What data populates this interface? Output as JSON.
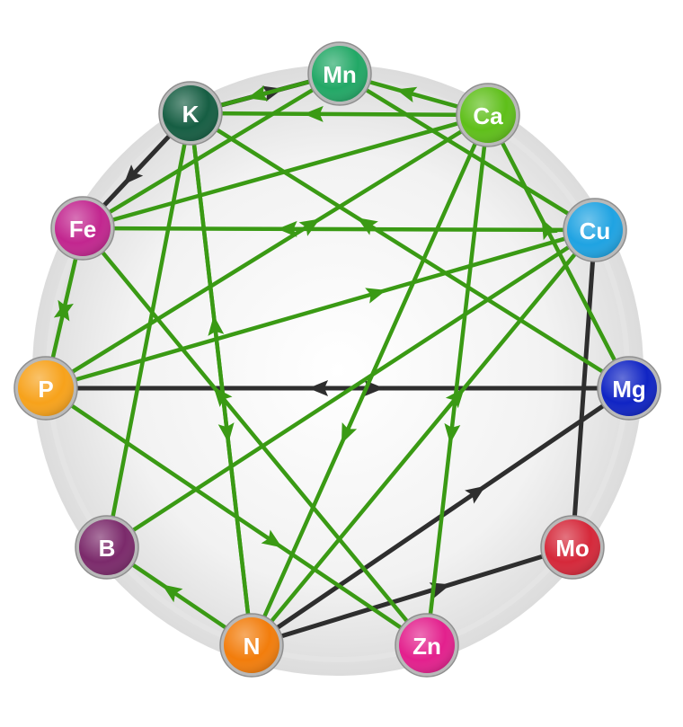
{
  "diagram": {
    "nodes": [
      {
        "id": "Mn",
        "label": "Mn",
        "color": "#22a866"
      },
      {
        "id": "Ca",
        "label": "Ca",
        "color": "#5fbf1a"
      },
      {
        "id": "K",
        "label": "K",
        "color": "#165e43"
      },
      {
        "id": "Fe",
        "label": "Fe",
        "color": "#c2268f"
      },
      {
        "id": "Cu",
        "label": "Cu",
        "color": "#1fa3e2"
      },
      {
        "id": "P",
        "label": "P",
        "color": "#f7a21b"
      },
      {
        "id": "Mg",
        "label": "Mg",
        "color": "#1024c4"
      },
      {
        "id": "B",
        "label": "B",
        "color": "#7b2a6b"
      },
      {
        "id": "Mo",
        "label": "Mo",
        "color": "#d5283a"
      },
      {
        "id": "N",
        "label": "N",
        "color": "#f27d0c"
      },
      {
        "id": "Zn",
        "label": "Zn",
        "color": "#e3208d"
      }
    ],
    "edge_colors": {
      "green": "#3a9a14",
      "dark": "#2e2e2e"
    },
    "edges": [
      {
        "from": "K",
        "to": "Mn",
        "color": "dark",
        "arrows": "end"
      },
      {
        "from": "K",
        "to": "Fe",
        "color": "dark",
        "arrows": "end"
      },
      {
        "from": "Cu",
        "to": "Mo",
        "color": "dark",
        "arrows": "none"
      },
      {
        "from": "Mo",
        "to": "N",
        "color": "dark",
        "arrows": "start"
      },
      {
        "from": "N",
        "to": "Mg",
        "color": "dark",
        "arrows": "end"
      },
      {
        "from": "P",
        "to": "Mg",
        "color": "dark",
        "arrows": "both"
      },
      {
        "from": "Ca",
        "to": "Mn",
        "color": "green",
        "arrows": "end"
      },
      {
        "from": "Ca",
        "to": "K",
        "color": "green",
        "arrows": "end"
      },
      {
        "from": "Mn",
        "to": "K",
        "color": "green",
        "arrows": "end"
      },
      {
        "from": "Mn",
        "to": "Cu",
        "color": "green",
        "arrows": "none"
      },
      {
        "from": "Mg",
        "to": "Ca",
        "color": "green",
        "arrows": "end"
      },
      {
        "from": "Ca",
        "to": "Fe",
        "color": "green",
        "arrows": "none"
      },
      {
        "from": "Cu",
        "to": "Fe",
        "color": "green",
        "arrows": "end"
      },
      {
        "from": "Mg",
        "to": "K",
        "color": "green",
        "arrows": "end"
      },
      {
        "from": "Fe",
        "to": "P",
        "color": "green",
        "arrows": "both"
      },
      {
        "from": "P",
        "to": "Ca",
        "color": "green",
        "arrows": "end"
      },
      {
        "from": "P",
        "to": "Cu",
        "color": "green",
        "arrows": "end"
      },
      {
        "from": "Ca",
        "to": "N",
        "color": "green",
        "arrows": "end"
      },
      {
        "from": "Ca",
        "to": "Zn",
        "color": "green",
        "arrows": "end"
      },
      {
        "from": "B",
        "to": "Cu",
        "color": "green",
        "arrows": "none"
      },
      {
        "from": "K",
        "to": "B",
        "color": "green",
        "arrows": "none"
      },
      {
        "from": "K",
        "to": "N",
        "color": "green",
        "arrows": "end"
      },
      {
        "from": "N",
        "to": "K",
        "color": "green",
        "arrows": "end"
      },
      {
        "from": "P",
        "to": "Zn",
        "color": "green",
        "arrows": "end"
      },
      {
        "from": "Zn",
        "to": "Fe",
        "color": "green",
        "arrows": "end"
      },
      {
        "from": "N",
        "to": "Cu",
        "color": "green",
        "arrows": "end"
      },
      {
        "from": "N",
        "to": "B",
        "color": "green",
        "arrows": "end"
      },
      {
        "from": "Mn",
        "to": "Fe",
        "color": "green",
        "arrows": "none"
      }
    ]
  }
}
